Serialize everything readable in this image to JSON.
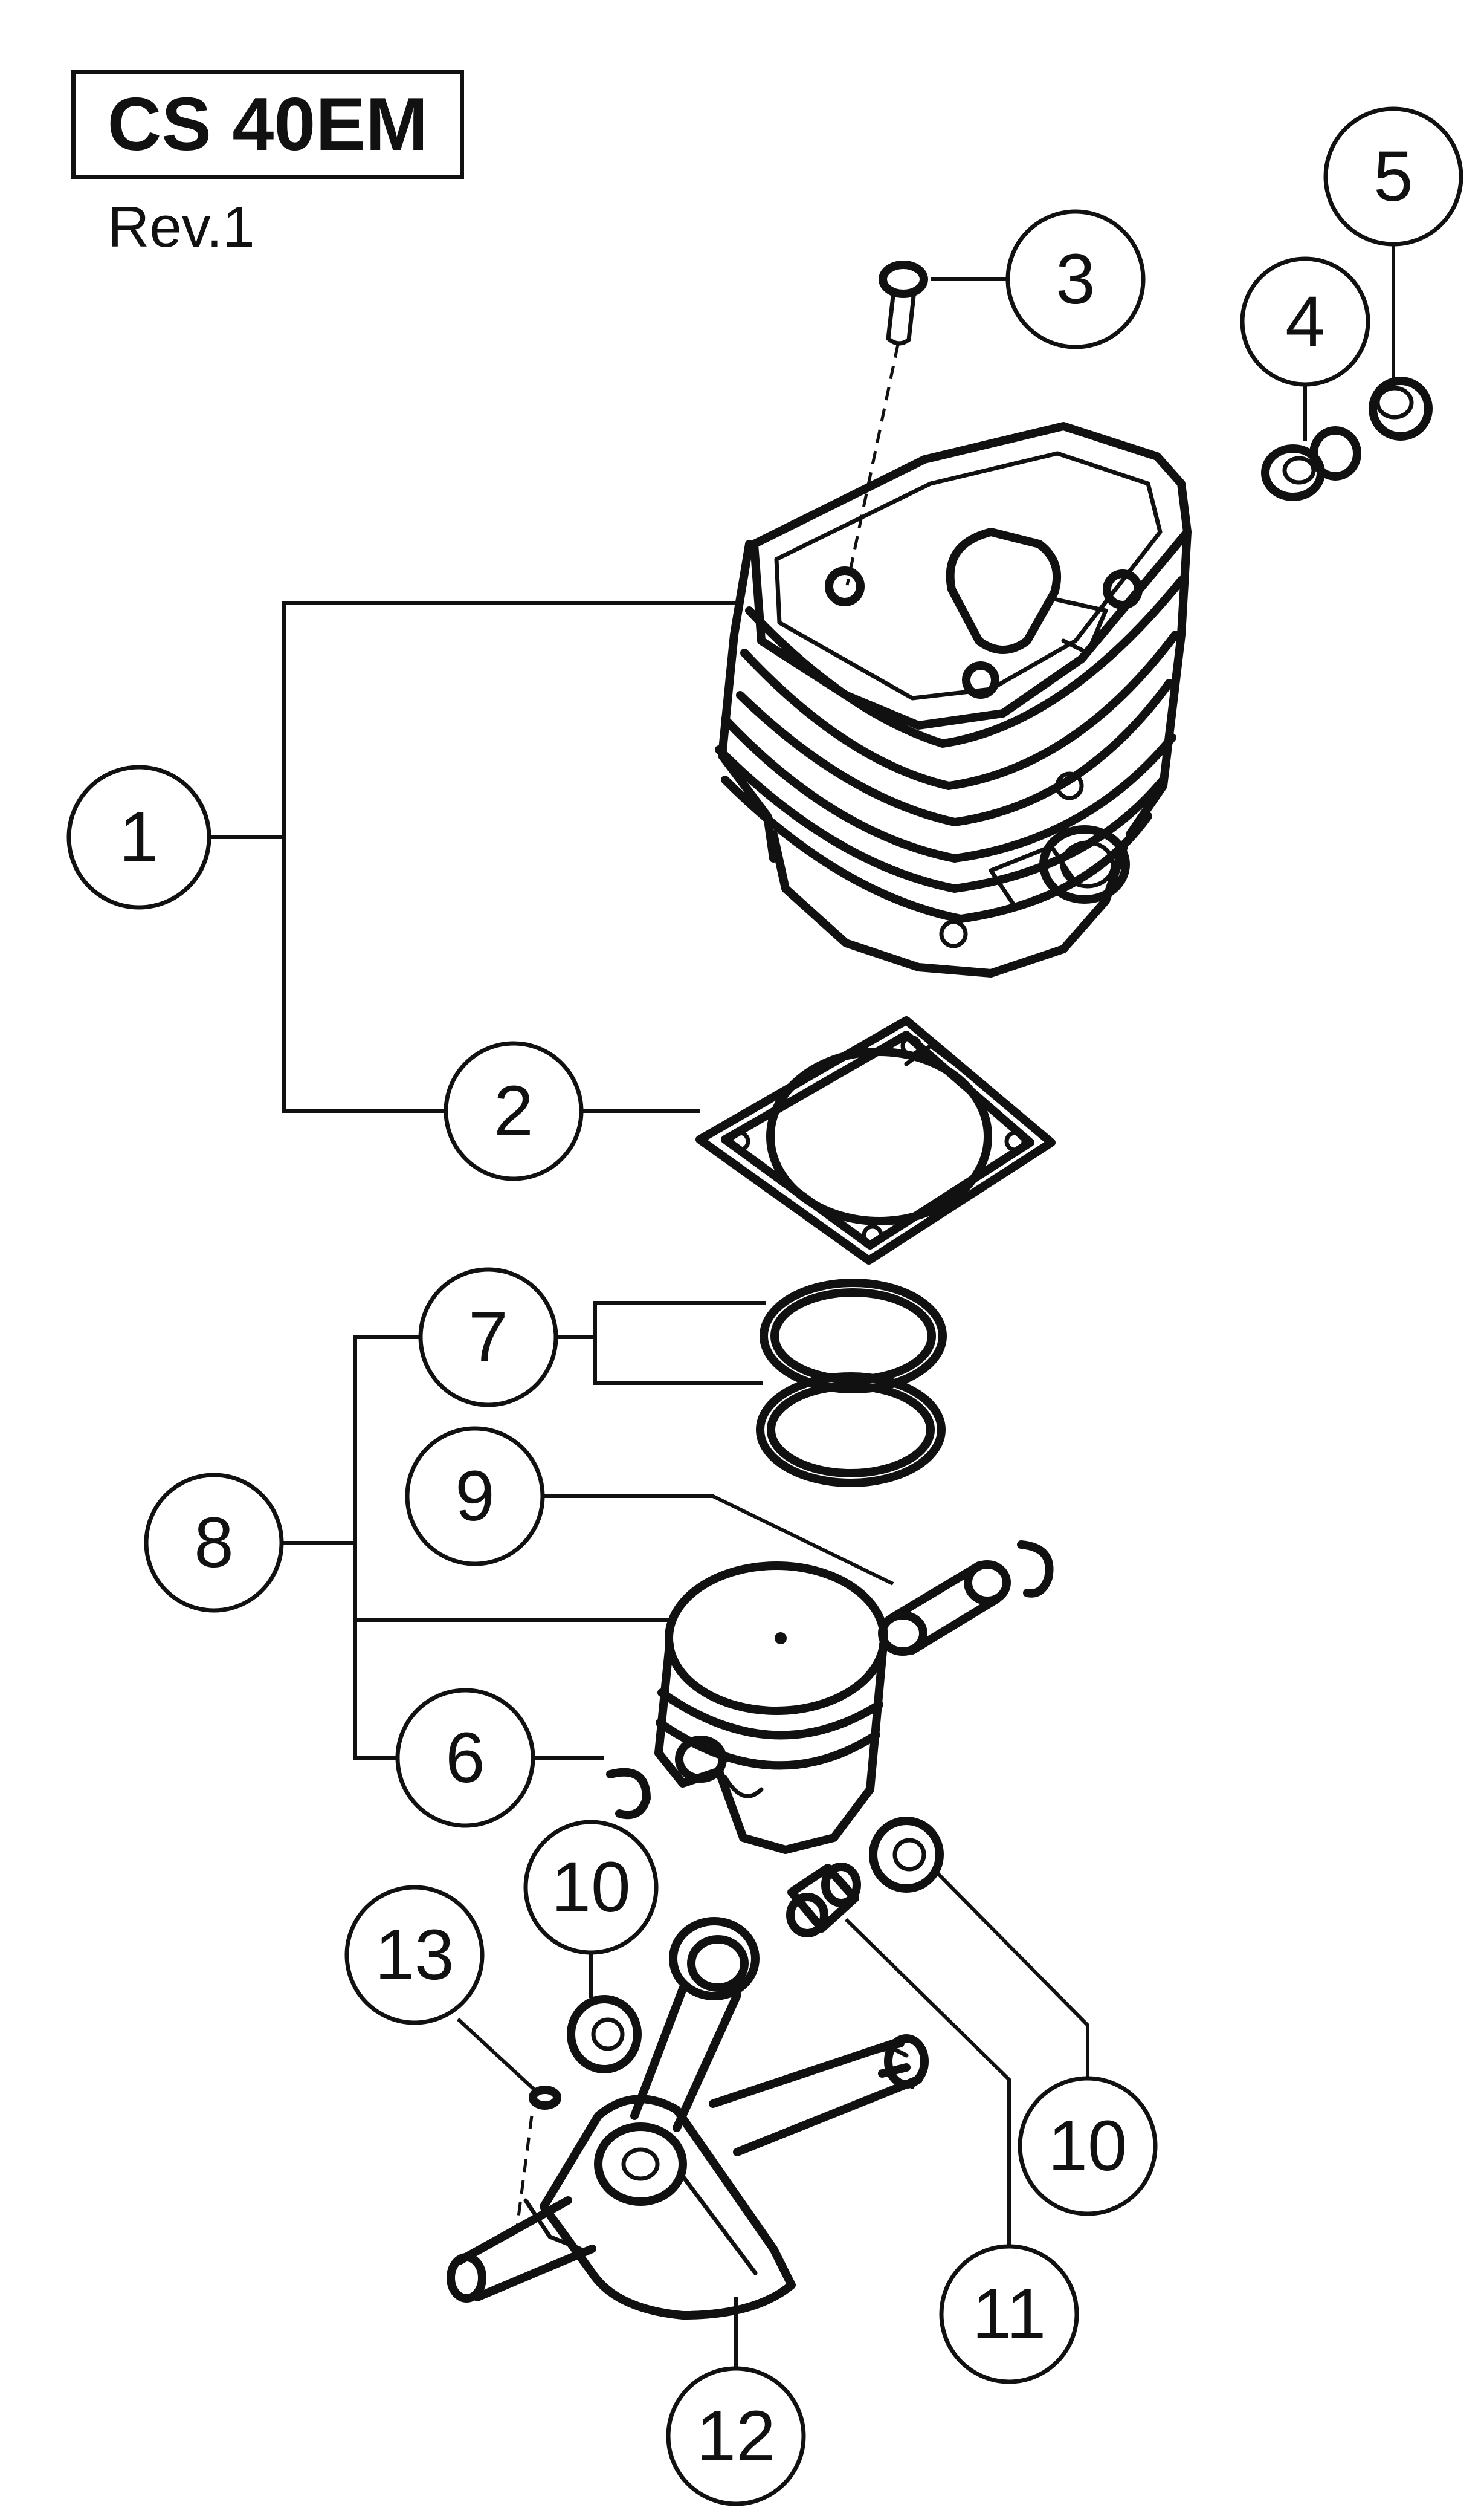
{
  "header": {
    "model": "CS 40EM",
    "revision": "Rev.1"
  },
  "callouts": [
    {
      "id": "c1",
      "label": "1"
    },
    {
      "id": "c2",
      "label": "2"
    },
    {
      "id": "c3",
      "label": "3"
    },
    {
      "id": "c4",
      "label": "4"
    },
    {
      "id": "c5",
      "label": "5"
    },
    {
      "id": "c6",
      "label": "6"
    },
    {
      "id": "c7",
      "label": "7"
    },
    {
      "id": "c8",
      "label": "8"
    },
    {
      "id": "c9",
      "label": "9"
    },
    {
      "id": "c10a",
      "label": "10"
    },
    {
      "id": "c10b",
      "label": "10"
    },
    {
      "id": "c11",
      "label": "11"
    },
    {
      "id": "c12",
      "label": "12"
    },
    {
      "id": "c13",
      "label": "13"
    }
  ]
}
